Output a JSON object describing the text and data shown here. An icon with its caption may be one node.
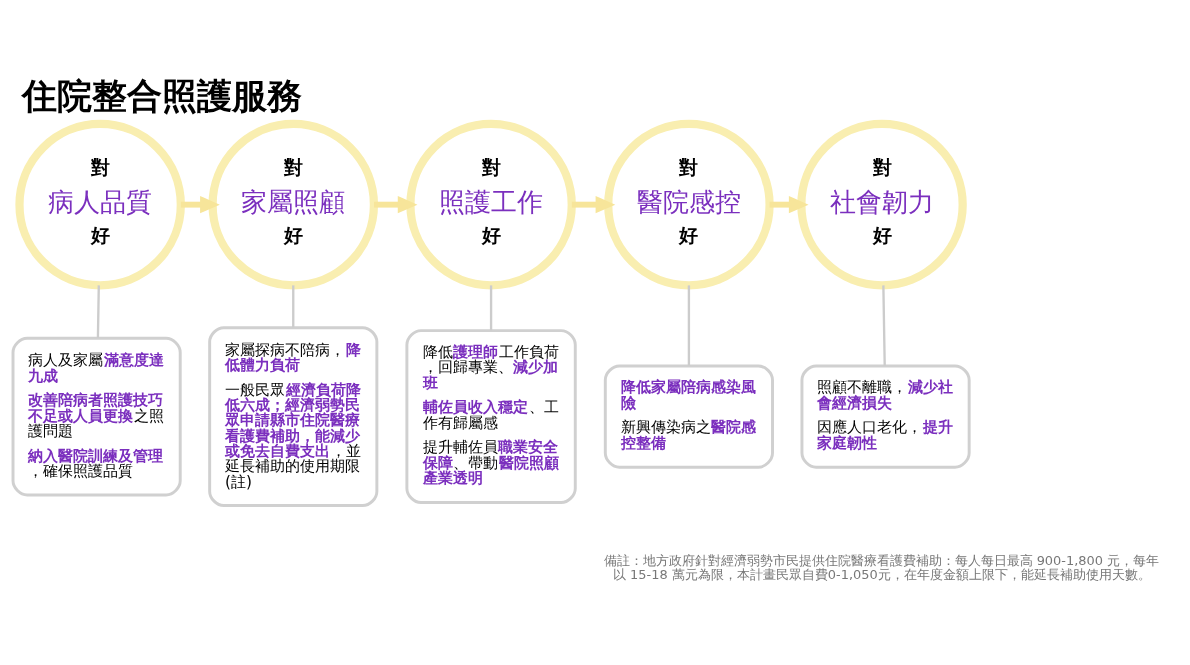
{
  "diagram": {
    "title": "住院整合照護服務",
    "nodes": [
      {
        "text": [
          "對",
          "病人品質",
          "好"
        ]
      },
      {
        "text": [
          "對",
          "家屬照顧",
          "好"
        ]
      },
      {
        "text": [
          "對",
          "照護工作",
          "好"
        ]
      },
      {
        "text": [
          "對",
          "醫院感控",
          "好"
        ]
      },
      {
        "text": [
          "對",
          "社會韌力",
          "好"
        ]
      },
      {
        "text": [
          "病人及家屬**滿意度達九成**",
          "**改善陪病者照護技巧不足或人員更換**之照護問題",
          "**納入醫院訓練及管理**，確保照護品質"
        ]
      },
      {
        "text": [
          "家屬探病不陪病，**降低體力負荷**",
          "一般民眾**經濟負荷降低六成；經濟弱勢民眾申請縣市住院醫療看護費補助，能減少或免去自費支出**，並延長補助的使用期限(註)"
        ]
      },
      {
        "text": [
          "降低**護理師**工作負荷，回歸專業、**減少加班**",
          "**輔佐員收入穩定**、工作有歸屬感",
          "提升輔佐員**職業安全保障**、帶動**醫院照顧產業透明**"
        ]
      },
      {
        "text": [
          "**降低家屬陪病感染風險**",
          "新興傳染病之**醫院感控整備**"
        ]
      },
      {
        "text": [
          "照顧不離職，**減少社會經濟損失**",
          "因應人口老化，**提升家庭韌性**"
        ]
      }
    ],
    "edges": [
      {
        "from": 0,
        "to": 1,
        "arrow": "to",
        "style": "thick",
        "color": "#f7e59a"
      },
      {
        "from": 1,
        "to": 2,
        "arrow": "to",
        "style": "thick",
        "color": "#f7e59a"
      },
      {
        "from": 2,
        "to": 3,
        "arrow": "to",
        "style": "thick",
        "color": "#f7e59a"
      },
      {
        "from": 3,
        "to": 4,
        "arrow": "to",
        "style": "thick",
        "color": "#f7e59a"
      },
      {
        "from": 0,
        "to": 5,
        "arrow": "none"
      },
      {
        "from": 1,
        "to": 6,
        "arrow": "none"
      },
      {
        "from": 2,
        "to": 7,
        "arrow": "none"
      },
      {
        "from": 3,
        "to": 8,
        "arrow": "none"
      },
      {
        "from": 4,
        "to": 9,
        "arrow": "none"
      }
    ],
    "labels": [
      "備註：地方政府針對經濟弱勢市民提供住院醫療看護費補助：每人每日最高 900-1,800 元，每年以 15-18 萬元為限，本計畫民眾自費0-1,050元，在年度金額上限下，能延長補助使用天數。"
    ]
  }
}
